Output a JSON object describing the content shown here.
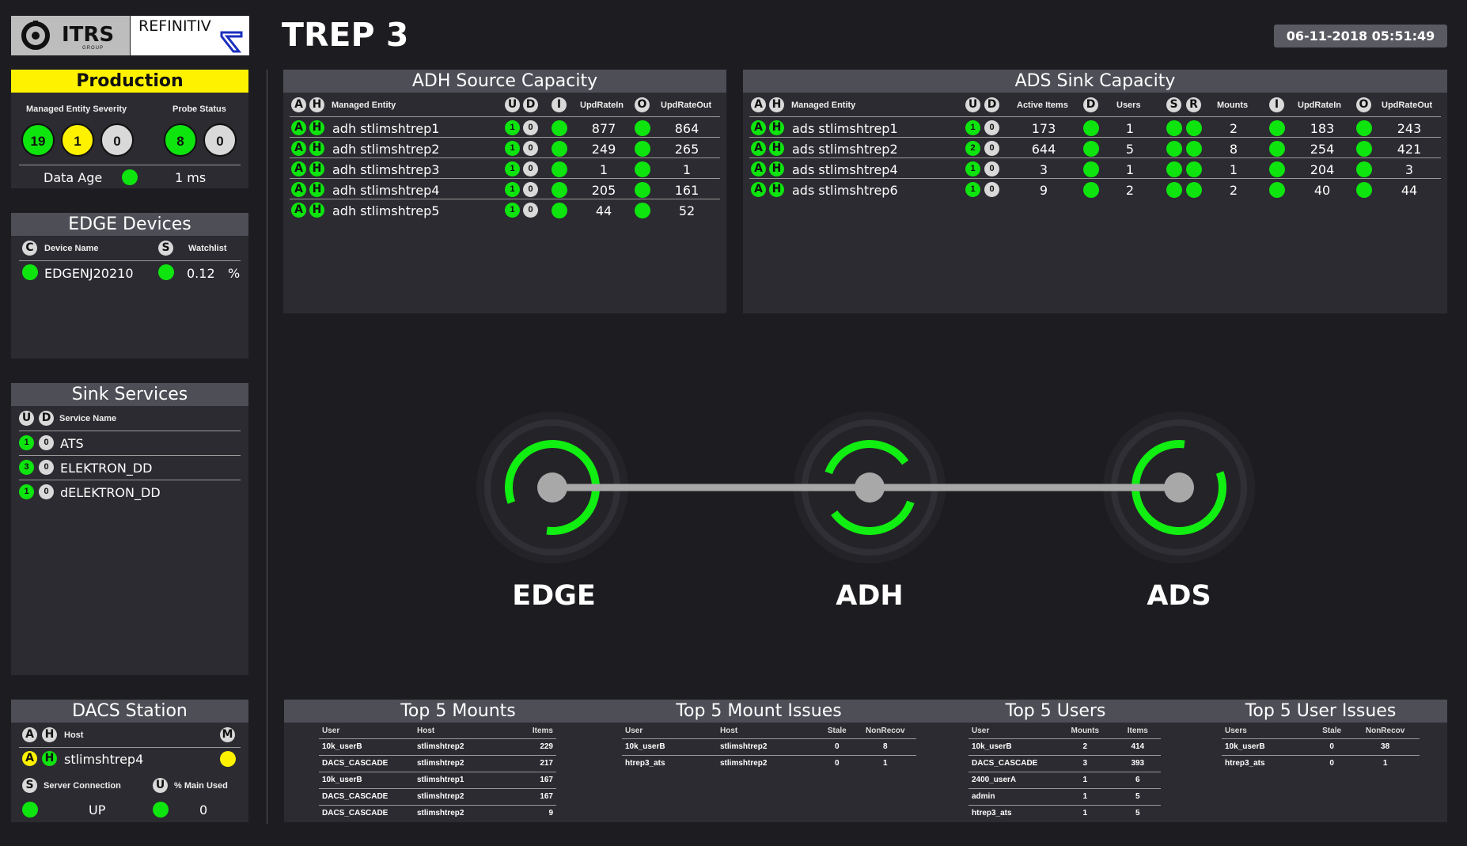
{
  "header": {
    "logo_itrs": "ITRS",
    "logo_itrs_sub": "GROUP",
    "logo_refinitiv": "REFINITIV",
    "title": "TREP 3",
    "datetime": "06-11-2018 05:51:49"
  },
  "production": {
    "title": "Production",
    "severity_label": "Managed Entity Severity",
    "probe_label": "Probe Status",
    "severity": [
      "19",
      "1",
      "0"
    ],
    "probe": [
      "8",
      "0"
    ],
    "data_age_label": "Data Age",
    "data_age_value": "1 ms"
  },
  "edge_devices": {
    "title": "EDGE Devices",
    "col_c": "C",
    "col_name": "Device Name",
    "col_s": "S",
    "col_watch": "Watchlist",
    "rows": [
      {
        "name": "EDGENJ20210",
        "watch": "0.12",
        "unit": "%"
      }
    ]
  },
  "sink_services": {
    "title": "Sink Services",
    "col_u": "U",
    "col_d": "D",
    "col_name": "Service Name",
    "rows": [
      {
        "u": "1",
        "d": "0",
        "name": "ATS"
      },
      {
        "u": "3",
        "d": "0",
        "name": "ELEKTRON_DD"
      },
      {
        "u": "1",
        "d": "0",
        "name": "dELEKTRON_DD"
      }
    ]
  },
  "dacs": {
    "title": "DACS Station",
    "col_a": "A",
    "col_h": "H",
    "col_host": "Host",
    "col_m": "M",
    "host": "stlimshtrep4",
    "col_s": "S",
    "col_conn": "Server Connection",
    "col_u": "U",
    "col_main": "% Main Used",
    "conn_value": "UP",
    "main_value": "0"
  },
  "adh": {
    "title": "ADH Source Capacity",
    "headers": {
      "a": "A",
      "h": "H",
      "entity": "Managed Entity",
      "u": "U",
      "d": "D",
      "i": "I",
      "in": "UpdRateIn",
      "o": "O",
      "out": "UpdRateOut"
    },
    "rows": [
      {
        "name": "adh stlimshtrep1",
        "u": "1",
        "d": "0",
        "in": "877",
        "out": "864"
      },
      {
        "name": "adh stlimshtrep2",
        "u": "1",
        "d": "0",
        "in": "249",
        "out": "265"
      },
      {
        "name": "adh stlimshtrep3",
        "u": "1",
        "d": "0",
        "in": "1",
        "out": "1"
      },
      {
        "name": "adh stlimshtrep4",
        "u": "1",
        "d": "0",
        "in": "205",
        "out": "161"
      },
      {
        "name": "adh stlimshtrep5",
        "u": "1",
        "d": "0",
        "in": "44",
        "out": "52"
      }
    ]
  },
  "ads": {
    "title": "ADS Sink Capacity",
    "headers": {
      "a": "A",
      "h": "H",
      "entity": "Managed Entity",
      "u": "U",
      "d": "D",
      "items": "Active Items",
      "dd": "D",
      "users": "Users",
      "s": "S",
      "r": "R",
      "mounts": "Mounts",
      "i": "I",
      "in": "UpdRateIn",
      "o": "O",
      "out": "UpdRateOut"
    },
    "rows": [
      {
        "name": "ads stlimshtrep1",
        "u": "1",
        "d": "0",
        "items": "173",
        "users": "1",
        "mounts": "2",
        "in": "183",
        "out": "243"
      },
      {
        "name": "ads stlimshtrep2",
        "u": "2",
        "d": "0",
        "items": "644",
        "users": "5",
        "mounts": "8",
        "in": "254",
        "out": "421"
      },
      {
        "name": "ads stlimshtrep4",
        "u": "1",
        "d": "0",
        "items": "3",
        "users": "1",
        "mounts": "1",
        "in": "204",
        "out": "3"
      },
      {
        "name": "ads stlimshtrep6",
        "u": "1",
        "d": "0",
        "items": "9",
        "users": "2",
        "mounts": "2",
        "in": "40",
        "out": "44"
      }
    ]
  },
  "topology": {
    "nodes": [
      "EDGE",
      "ADH",
      "ADS"
    ]
  },
  "top_mounts": {
    "title": "Top 5 Mounts",
    "headers": [
      "User",
      "Host",
      "Items"
    ],
    "rows": [
      [
        "10k_userB",
        "stlimshtrep2",
        "229"
      ],
      [
        "DACS_CASCADE",
        "stlimshtrep2",
        "217"
      ],
      [
        "10k_userB",
        "stlimshtrep1",
        "167"
      ],
      [
        "DACS_CASCADE",
        "stlimshtrep2",
        "167"
      ],
      [
        "DACS_CASCADE",
        "stlimshtrep2",
        "9"
      ]
    ]
  },
  "top_mount_issues": {
    "title": "Top 5 Mount Issues",
    "headers": [
      "User",
      "Host",
      "Stale",
      "NonRecov"
    ],
    "rows": [
      [
        "10k_userB",
        "stlimshtrep2",
        "0",
        "8"
      ],
      [
        "htrep3_ats",
        "stlimshtrep2",
        "0",
        "1"
      ]
    ]
  },
  "top_users": {
    "title": "Top 5 Users",
    "headers": [
      "User",
      "Mounts",
      "Items"
    ],
    "rows": [
      [
        "10k_userB",
        "2",
        "414"
      ],
      [
        "DACS_CASCADE",
        "3",
        "393"
      ],
      [
        "2400_userA",
        "1",
        "6"
      ],
      [
        "admin",
        "1",
        "5"
      ],
      [
        "htrep3_ats",
        "1",
        "5"
      ]
    ]
  },
  "top_user_issues": {
    "title": "Top 5 User Issues",
    "headers": [
      "Users",
      "Stale",
      "NonRecov"
    ],
    "rows": [
      [
        "10k_userB",
        "0",
        "38"
      ],
      [
        "htrep3_ats",
        "0",
        "1"
      ]
    ]
  },
  "colors": {
    "ok": "#0ee40e",
    "warn": "#fff200",
    "neutral": "#d9d9d9",
    "panel": "#2b2b31",
    "header": "#4e4e57",
    "bg": "#1d1d21"
  }
}
